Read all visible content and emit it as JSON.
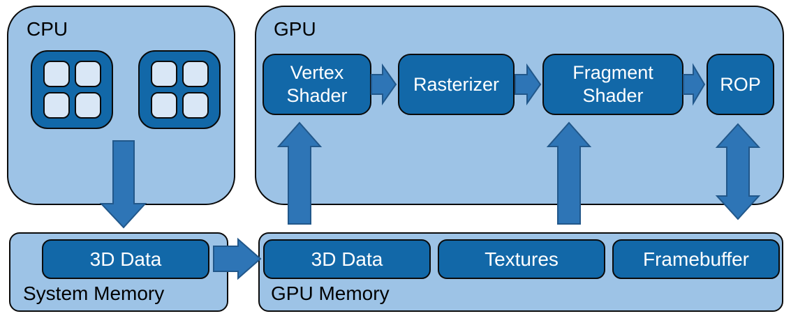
{
  "colors": {
    "panel_fill": "#9DC3E6",
    "box_fill": "#1268A8",
    "core_cell_fill": "#D9E7F6",
    "arrow_fill": "#2E75B6",
    "arrow_stroke": "#21578A",
    "border": "#0A0A0A",
    "label_dark": "#000000",
    "label_light": "#FFFFFF"
  },
  "cpu": {
    "label": "CPU",
    "core_count": 2
  },
  "gpu": {
    "label": "GPU",
    "pipeline": [
      {
        "label": "Vertex Shader"
      },
      {
        "label": "Rasterizer"
      },
      {
        "label": "Fragment Shader"
      },
      {
        "label": "ROP"
      }
    ]
  },
  "system_memory": {
    "label": "System Memory",
    "items": [
      {
        "label": "3D Data"
      }
    ]
  },
  "gpu_memory": {
    "label": "GPU Memory",
    "items": [
      {
        "label": "3D Data"
      },
      {
        "label": "Textures"
      },
      {
        "label": "Framebuffer"
      }
    ]
  },
  "arrows": {
    "cpu_to_system_memory": {
      "direction": "down"
    },
    "system_memory_to_gpu_memory": {
      "direction": "right"
    },
    "vertex_shader_to_rasterizer": {
      "direction": "right"
    },
    "rasterizer_to_fragment_shader": {
      "direction": "right"
    },
    "fragment_shader_to_rop": {
      "direction": "right"
    },
    "gpu_memory_to_vertex_shader": {
      "direction": "up"
    },
    "gpu_memory_to_fragment_shader": {
      "direction": "up"
    },
    "rop_to_gpu_memory": {
      "direction": "both"
    }
  }
}
